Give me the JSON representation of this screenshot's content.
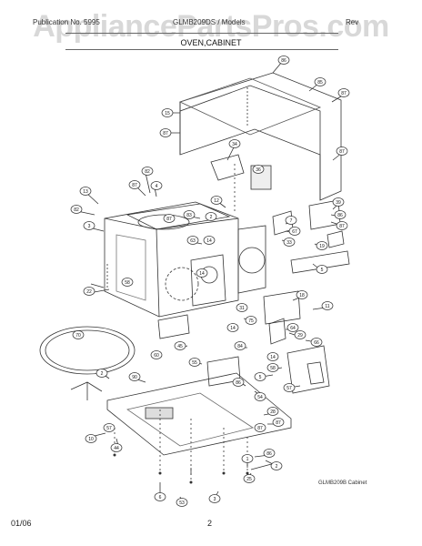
{
  "watermark": "AppliancePartsPros.com",
  "header": {
    "left": "Publication No. 5995",
    "middle": "GLMB209DS / Models",
    "right": "Rev"
  },
  "section_title": "OVEN,CABINET",
  "diagram_id": "GLMB209B Cabinet",
  "footer": {
    "date": "01/06",
    "page": "2"
  },
  "callouts": [
    "86",
    "85",
    "87",
    "15",
    "87",
    "34",
    "36",
    "87",
    "82",
    "87",
    "4",
    "13",
    "82",
    "3",
    "12",
    "83",
    "39",
    "86",
    "87",
    "63",
    "7",
    "67",
    "33",
    "19",
    "5",
    "22",
    "18",
    "11",
    "31",
    "75",
    "70",
    "64",
    "29",
    "66",
    "84",
    "45",
    "60",
    "55",
    "86",
    "54",
    "58",
    "5",
    "57",
    "90",
    "2",
    "28",
    "87",
    "10",
    "44",
    "6",
    "53",
    "3",
    "25",
    "86",
    "2",
    "1",
    "2",
    "87",
    "14",
    "14",
    "14",
    "14",
    "87",
    "57",
    "58"
  ]
}
